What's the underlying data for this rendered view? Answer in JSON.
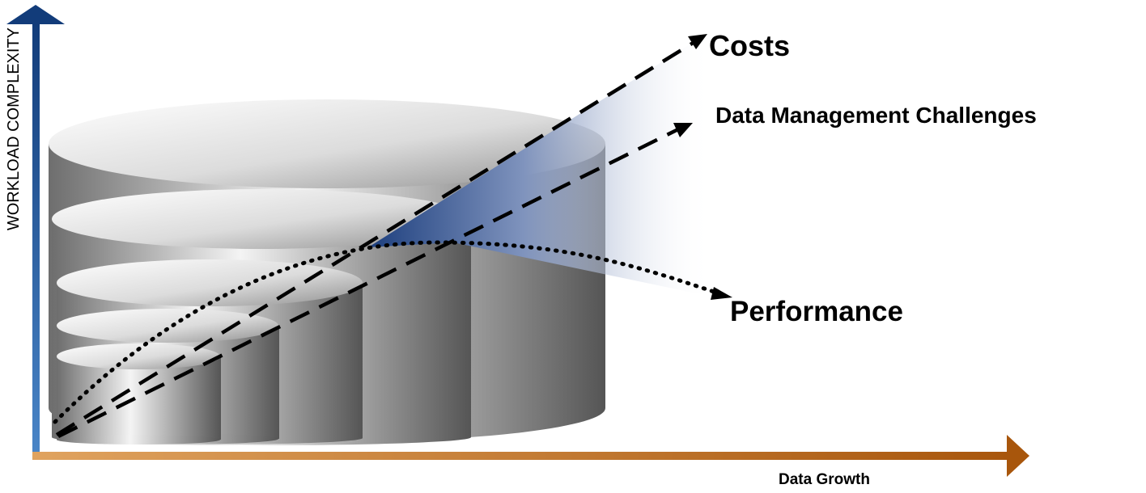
{
  "labels": {
    "y_axis": "WORKLOAD COMPLEXITY",
    "x_axis": "Data Growth",
    "costs": "Costs",
    "data_management": "Data Management Challenges",
    "performance": "Performance"
  },
  "colors": {
    "y_axis": "#1f4e8c",
    "x_axis": "#c8823a",
    "wedge": "#2a4a86",
    "cylinder_dark": "#6b6b6b",
    "cylinder_light": "#f2f2f2"
  }
}
